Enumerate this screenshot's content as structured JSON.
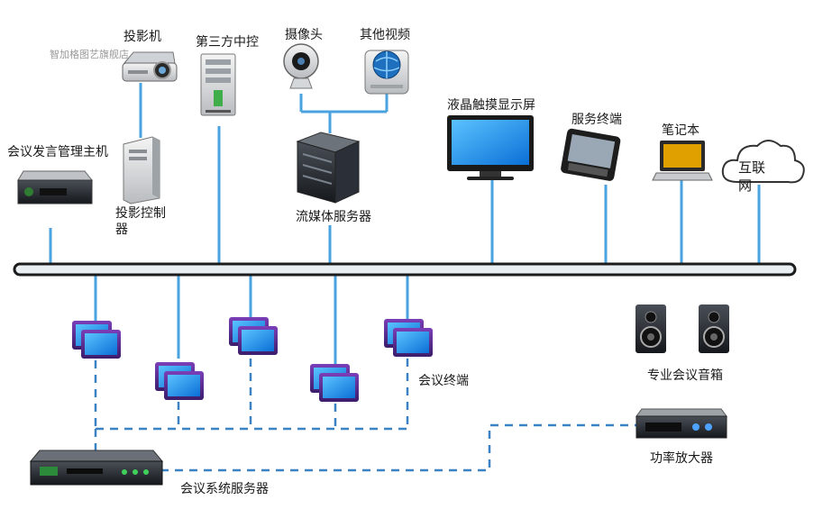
{
  "watermark": "智加格图艺旗舰店",
  "devices": {
    "projector": "投影机",
    "third_party_control": "第三方中控",
    "camera": "摄像头",
    "other_video": "其他视频",
    "lcd_touch_display": "液晶触摸显示屏",
    "service_terminal": "服务终端",
    "laptop": "笔记本",
    "internet": "互联网",
    "meeting_speech_host": "会议发言管理主机",
    "projection_controller": "投影控制器",
    "streaming_server": "流媒体服务器",
    "meeting_terminal": "会议终端",
    "pro_speakers": "专业会议音箱",
    "power_amplifier": "功率放大器",
    "meeting_system_server": "会议系统服务器"
  },
  "colors": {
    "bus_line": "#4aa3df",
    "bus_bar_fill": "#e9eef2",
    "bus_bar_border": "#1c1c1c",
    "dashed_link": "#3b82c4"
  }
}
